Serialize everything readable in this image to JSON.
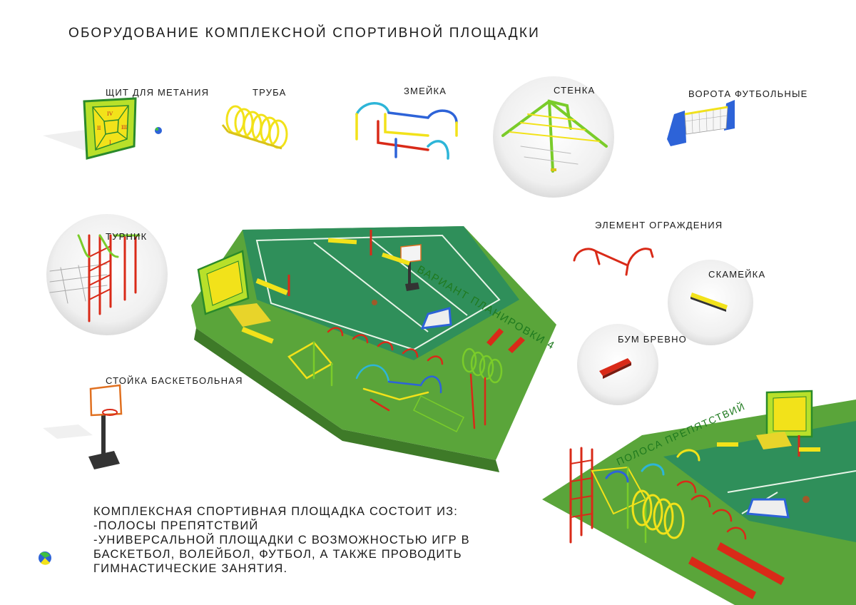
{
  "title": "ОБОРУДОВАНИЕ КОМПЛЕКСНОЙ СПОРТИВНОЙ ПЛОЩАДКИ",
  "items": {
    "throw_board": "ЩИТ ДЛЯ МЕТАНИЯ",
    "tube": "ТРУБА",
    "snake": "ЗМЕЙКА",
    "wall": "СТЕНКА",
    "football_goal": "ВОРОТА ФУТБОЛЬНЫЕ",
    "horizontal_bar": "ТУРНИК",
    "fence_element": "ЭЛЕМЕНТ ОГРАЖДЕНИЯ",
    "bench": "СКАМЕЙКА",
    "balance_beam": "БУМ БРЕВНО",
    "basketball_stand": "СТОЙКА БАСКЕТБОЛЬНАЯ"
  },
  "variant_label": "ВАРИАНТ ПЛАНИРОВКИ 4",
  "obstacle_label": "ПОЛОСА ПРЕПЯТСТВИЙ",
  "description": {
    "line1": "КОМПЛЕКСНАЯ СПОРТИВНАЯ ПЛОЩАДКА СОСТОИТ ИЗ:",
    "line2": "-ПОЛОСЫ ПРЕПЯТСТВИЙ",
    "line3": "-УНИВЕРСАЛЬНОЙ ПЛОЩАДКИ С ВОЗМОЖНОСТЬЮ ИГР В",
    "line4": "БАСКЕТБОЛ, ВОЛЕЙБОЛ, ФУТБОЛ, А ТАКЖЕ ПРОВОДИТЬ",
    "line5": "ГИМНАСТИЧЕСКИЕ ЗАНЯТИЯ."
  },
  "board_numerals": [
    "IV",
    "III",
    "II",
    "I"
  ],
  "colors": {
    "grass": "#5aa53a",
    "court": "#2f8f5a",
    "yellow": "#f2e21a",
    "red": "#d92a18",
    "blue": "#2d63d8",
    "lime": "#9ed72a"
  }
}
